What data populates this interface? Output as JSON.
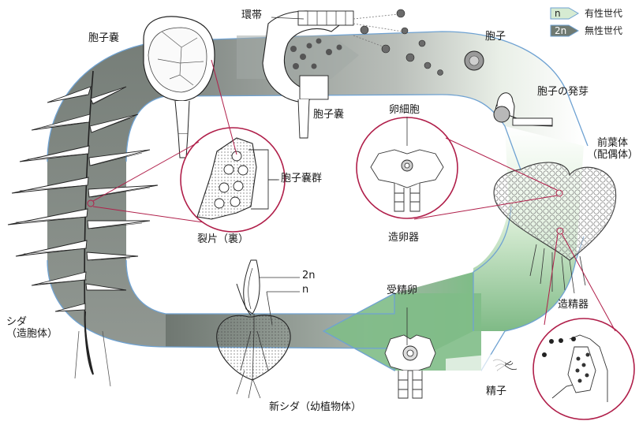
{
  "legend": {
    "haploid_symbol": "n",
    "haploid_label": "有性世代",
    "diploid_symbol": "2n",
    "diploid_label": "無性世代",
    "haploid_color": "#d6ebd2",
    "diploid_color": "#6f7a72"
  },
  "labels": {
    "annulus": "環帯",
    "sporangium_top": "胞子嚢",
    "spore": "胞子",
    "spore_germination": "胞子の発芽",
    "sporangium_inner": "胞子嚢",
    "egg_cell": "卵細胞",
    "prothallus": "前葉体\n（配偶体）",
    "sorus": "胞子嚢群",
    "leaflet": "裂片（裏）",
    "archegonium": "造卵器",
    "ploidy_2n": "2n",
    "ploidy_n": "n",
    "fertilized_egg": "受精卵",
    "antheridium": "造精器",
    "fern": "シダ\n（造胞体）",
    "new_fern": "新シダ（幼植物体）",
    "sperm": "精子"
  },
  "colors": {
    "diploid_band": "#8a918b",
    "haploid_band": "#cfe6cc",
    "outline_blue": "#6fa2d2",
    "callout_red": "#b01f4a"
  }
}
